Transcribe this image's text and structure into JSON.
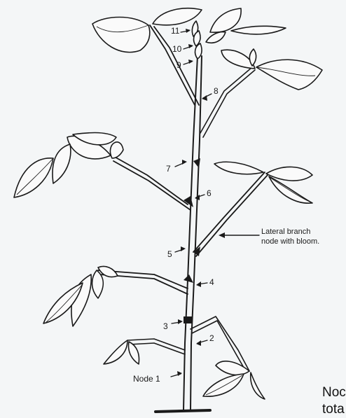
{
  "diagram": {
    "node_numbers": [
      "Node 1",
      "2",
      "3",
      "4",
      "5",
      "6",
      "7",
      "8",
      "9",
      "10",
      "11"
    ],
    "lateral_branch_label": {
      "line1": "Lateral branch",
      "line2": "node with bloom."
    },
    "corner_text": {
      "line1": "Noc",
      "line2": "tota"
    }
  }
}
